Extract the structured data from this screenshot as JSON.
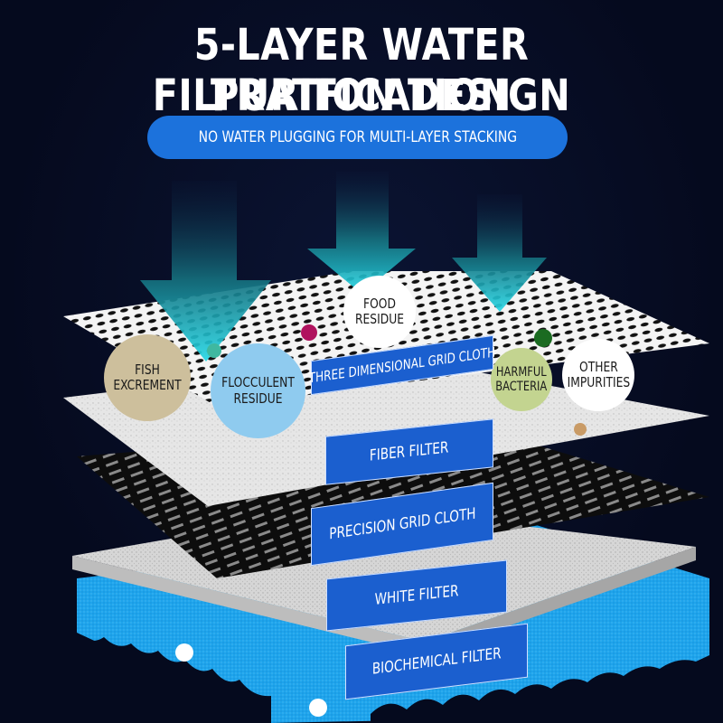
{
  "header": {
    "title_line1": "5-LAYER WATER PURIFICATION",
    "title_line2": "FILTRATION DESIGN",
    "subtitle_pill": "NO WATER PLUGGING FOR MULTI-LAYER STACKING"
  },
  "impurities": [
    {
      "label": "FISH EXCREMENT",
      "color": "#cdbf9c"
    },
    {
      "label": "FLOCCULENT RESIDUE",
      "color": "#8fcbef"
    },
    {
      "label": "FOOD RESIDUE",
      "color": "#ffffff"
    },
    {
      "label": "HARMFUL BACTERIA",
      "color": "#c3d490"
    },
    {
      "label": "OTHER IMPURITIES",
      "color": "#ffffff"
    }
  ],
  "layers": [
    {
      "label": "THREE DIMENSIONAL GRID CLOTH"
    },
    {
      "label": "FIBER FILTER"
    },
    {
      "label": "PRECISION GRID CLOTH"
    },
    {
      "label": "WHITE FILTER"
    },
    {
      "label": "BIOCHEMICAL FILTER"
    }
  ],
  "colors": {
    "background": "#050a1e",
    "accent_blue": "#1c72dc",
    "label_blue": "#1b5fcf",
    "arrow_teal": "#1fd3e0",
    "sponge_blue": "#1ea4ec"
  }
}
